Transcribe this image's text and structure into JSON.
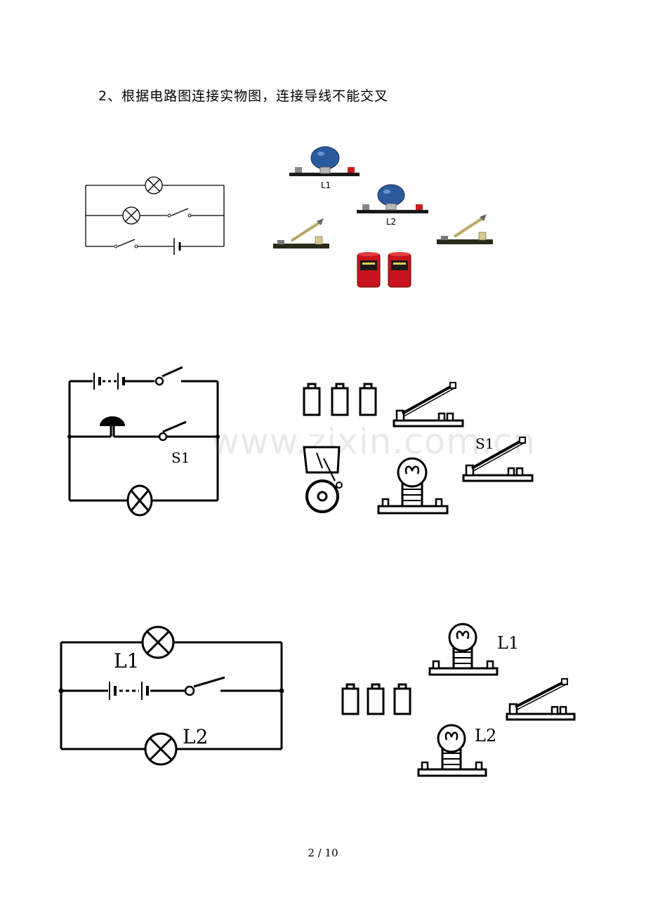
{
  "question": "2、根据电路图连接实物图，连接导线不能交叉",
  "labels": {
    "realistic_lamp_1": "L1",
    "realistic_lamp_2": "L2",
    "bell_switch_label": "S1",
    "bell_real_switch_label": "S1",
    "circuit3_lamp1_label": "L1",
    "circuit3_lamp2_label": "L2",
    "real3_lamp1_label": "L1",
    "real3_lamp2_label": "L2"
  },
  "watermark": "www.zixin.com.cn",
  "footer": {
    "page": "2 / 10"
  },
  "colors": {
    "bulb_blue": "#2b5a9e",
    "battery_red": "#c8141e",
    "switch_wood": "#d8c890"
  }
}
